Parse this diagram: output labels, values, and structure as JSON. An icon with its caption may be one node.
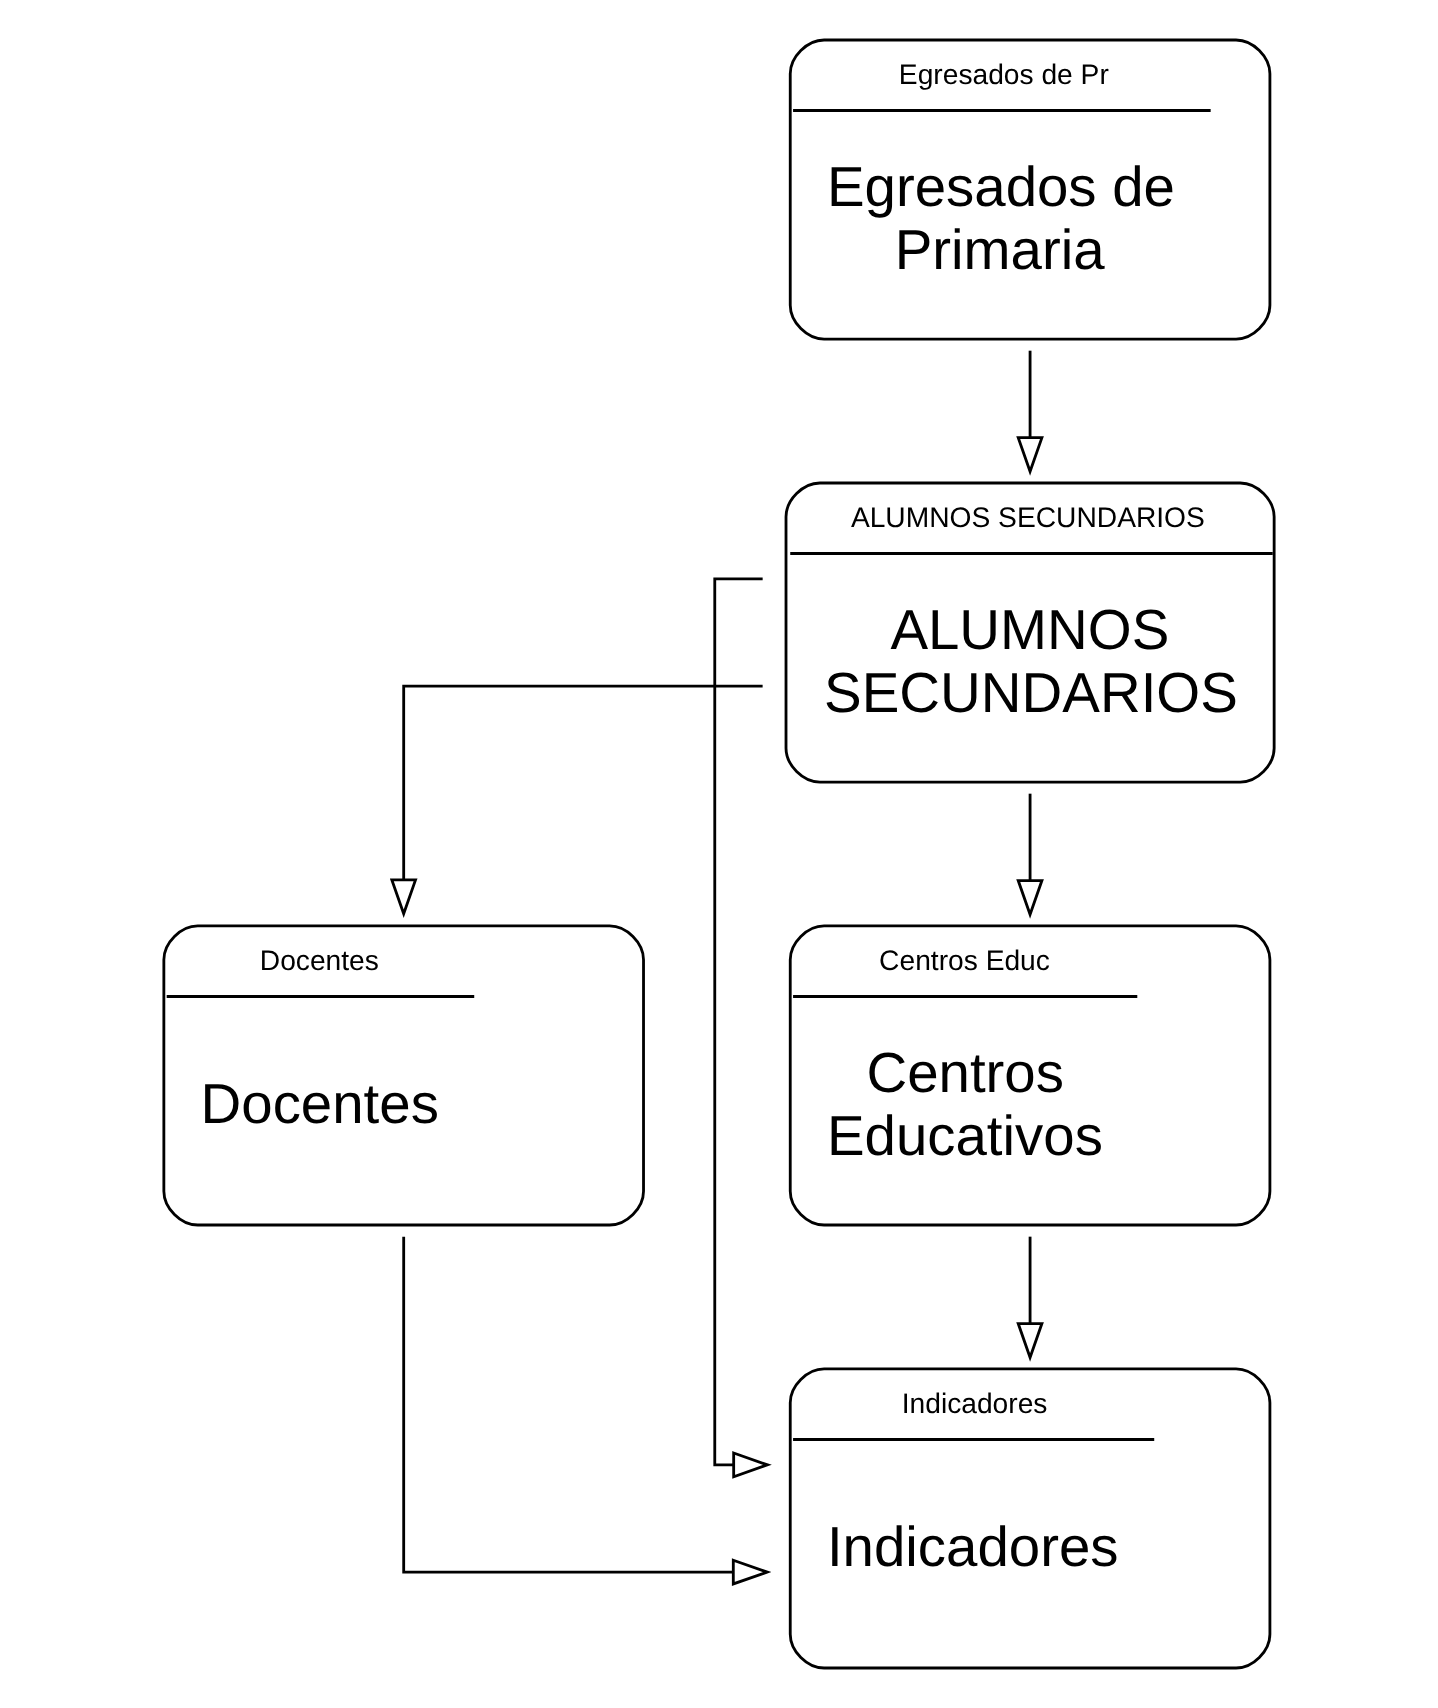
{
  "diagram": {
    "nodes": [
      {
        "text": [
          "Egresados de Pr",
          "Egresados de Primaria"
        ]
      },
      {
        "text": [
          "ALUMNOS SECUNDARIOS",
          "ALUMNOS SECUNDARIOS"
        ]
      },
      {
        "text": [
          "Docentes",
          "Docentes"
        ]
      },
      {
        "text": [
          "Centros Educ",
          "Centros Educativos"
        ]
      },
      {
        "text": [
          "Indicadores",
          "Indicadores"
        ]
      }
    ],
    "edges": [
      {
        "from": 0,
        "to": 1,
        "arrow": "to"
      },
      {
        "from": 1,
        "to": 2,
        "arrow": "to"
      },
      {
        "from": 1,
        "to": 4,
        "arrow": "to"
      },
      {
        "from": 1,
        "to": 3,
        "arrow": "to"
      },
      {
        "from": 2,
        "to": 4,
        "arrow": "to"
      },
      {
        "from": 3,
        "to": 4,
        "arrow": "to"
      }
    ]
  }
}
